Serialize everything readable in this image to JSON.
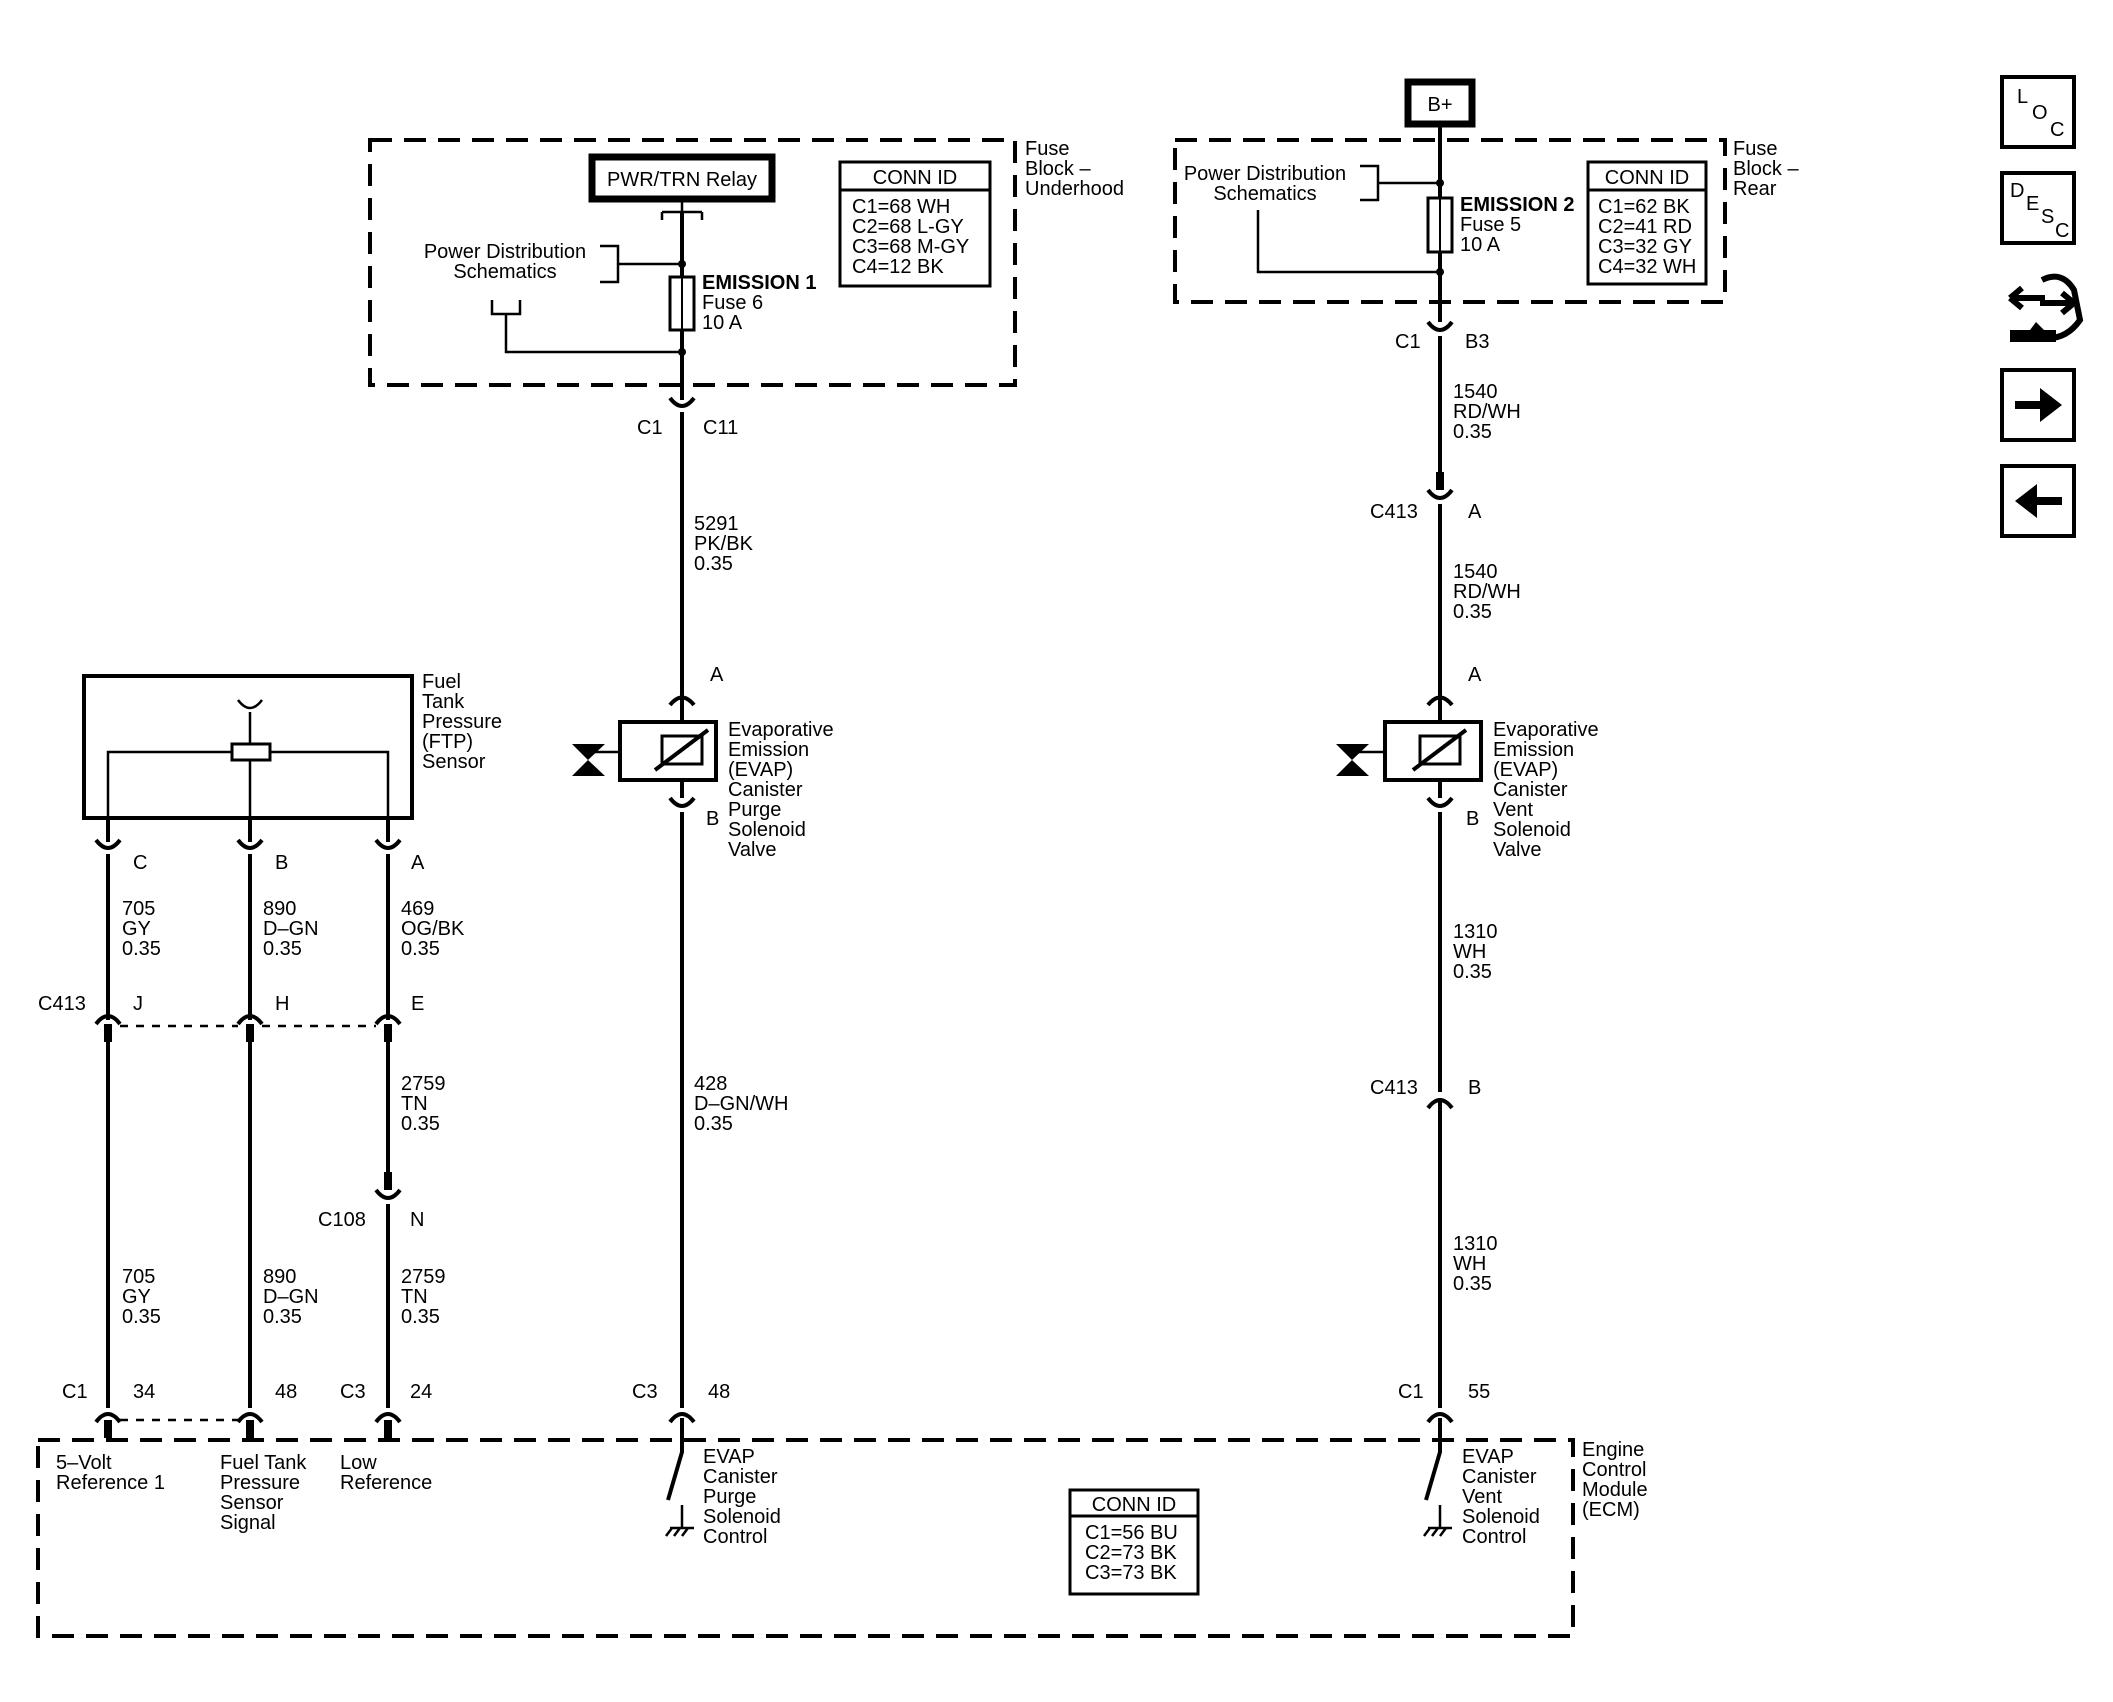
{
  "nav": {
    "loc": [
      "L",
      "O",
      "C"
    ],
    "desc": [
      "D",
      "E",
      "S",
      "C"
    ]
  },
  "fuse_block_underhood": {
    "title": [
      "Fuse",
      "Block –",
      "Underhood"
    ],
    "relay": "PWR/TRN Relay",
    "power_dist": [
      "Power Distribution",
      "Schematics"
    ],
    "fuse": [
      "EMISSION 1",
      "Fuse 6",
      "10 A"
    ],
    "conn_id": {
      "header": "CONN ID",
      "rows": [
        "C1=68 WH",
        "C2=68 L-GY",
        "C3=68 M-GY",
        "C4=12 BK"
      ]
    }
  },
  "fuse_block_rear": {
    "title": [
      "Fuse",
      "Block –",
      "Rear"
    ],
    "battery": "B+",
    "power_dist": [
      "Power Distribution",
      "Schematics"
    ],
    "fuse": [
      "EMISSION 2",
      "Fuse 5",
      "10 A"
    ],
    "conn_id": {
      "header": "CONN ID",
      "rows": [
        "C1=62 BK",
        "C2=41 RD",
        "C3=32 GY",
        "C4=32 WH"
      ]
    }
  },
  "connectors": {
    "purge_top": {
      "left": "C1",
      "right": "C11"
    },
    "vent_top": {
      "left": "C1",
      "right": "B3"
    },
    "vent_c413a": {
      "left": "C413",
      "right": "A"
    },
    "vent_c413b": {
      "left": "C413",
      "right": "B"
    },
    "ftp_c413": {
      "name": "C413",
      "pins": [
        "J",
        "H",
        "E"
      ]
    },
    "ftp_c108": {
      "left": "C108",
      "right": "N"
    },
    "ftp_pins": [
      "C",
      "B",
      "A"
    ],
    "ecm_c1a": {
      "left": "C1",
      "right": "34"
    },
    "ecm_48a": "48",
    "ecm_c3a": {
      "left": "C3",
      "right": "24"
    },
    "ecm_c3b": {
      "left": "C3",
      "right": "48"
    },
    "ecm_c1b": {
      "left": "C1",
      "right": "55"
    },
    "purge_valve_a": "A",
    "purge_valve_b": "B",
    "vent_valve_a": "A",
    "vent_valve_b": "B"
  },
  "wires": {
    "w5291": [
      "5291",
      "PK/BK",
      "0.35"
    ],
    "w1540a": [
      "1540",
      "RD/WH",
      "0.35"
    ],
    "w1540b": [
      "1540",
      "RD/WH",
      "0.35"
    ],
    "w1310a": [
      "1310",
      "WH",
      "0.35"
    ],
    "w1310b": [
      "1310",
      "WH",
      "0.35"
    ],
    "w428": [
      "428",
      "D–GN/WH",
      "0.35"
    ],
    "w705a": [
      "705",
      "GY",
      "0.35"
    ],
    "w890a": [
      "890",
      "D–GN",
      "0.35"
    ],
    "w469": [
      "469",
      "OG/BK",
      "0.35"
    ],
    "w2759a": [
      "2759",
      "TN",
      "0.35"
    ],
    "w705b": [
      "705",
      "GY",
      "0.35"
    ],
    "w890b": [
      "890",
      "D–GN",
      "0.35"
    ],
    "w2759b": [
      "2759",
      "TN",
      "0.35"
    ]
  },
  "components": {
    "ftp_sensor": [
      "Fuel",
      "Tank",
      "Pressure",
      "(FTP)",
      "Sensor"
    ],
    "purge_valve": [
      "Evaporative",
      "Emission",
      "(EVAP)",
      "Canister",
      "Purge",
      "Solenoid",
      "Valve"
    ],
    "vent_valve": [
      "Evaporative",
      "Emission",
      "(EVAP)",
      "Canister",
      "Vent",
      "Solenoid",
      "Valve"
    ]
  },
  "ecm": {
    "title": [
      "Engine",
      "Control",
      "Module",
      "(ECM)"
    ],
    "ref5v": [
      "5–Volt",
      "Reference 1"
    ],
    "ftp_signal": [
      "Fuel Tank",
      "Pressure",
      "Sensor",
      "Signal"
    ],
    "low_ref": [
      "Low",
      "Reference"
    ],
    "purge_ctrl": [
      "EVAP",
      "Canister",
      "Purge",
      "Solenoid",
      "Control"
    ],
    "vent_ctrl": [
      "EVAP",
      "Canister",
      "Vent",
      "Solenoid",
      "Control"
    ],
    "conn_id": {
      "header": "CONN ID",
      "rows": [
        "C1=56 BU",
        "C2=73 BK",
        "C3=73 BK"
      ]
    }
  }
}
